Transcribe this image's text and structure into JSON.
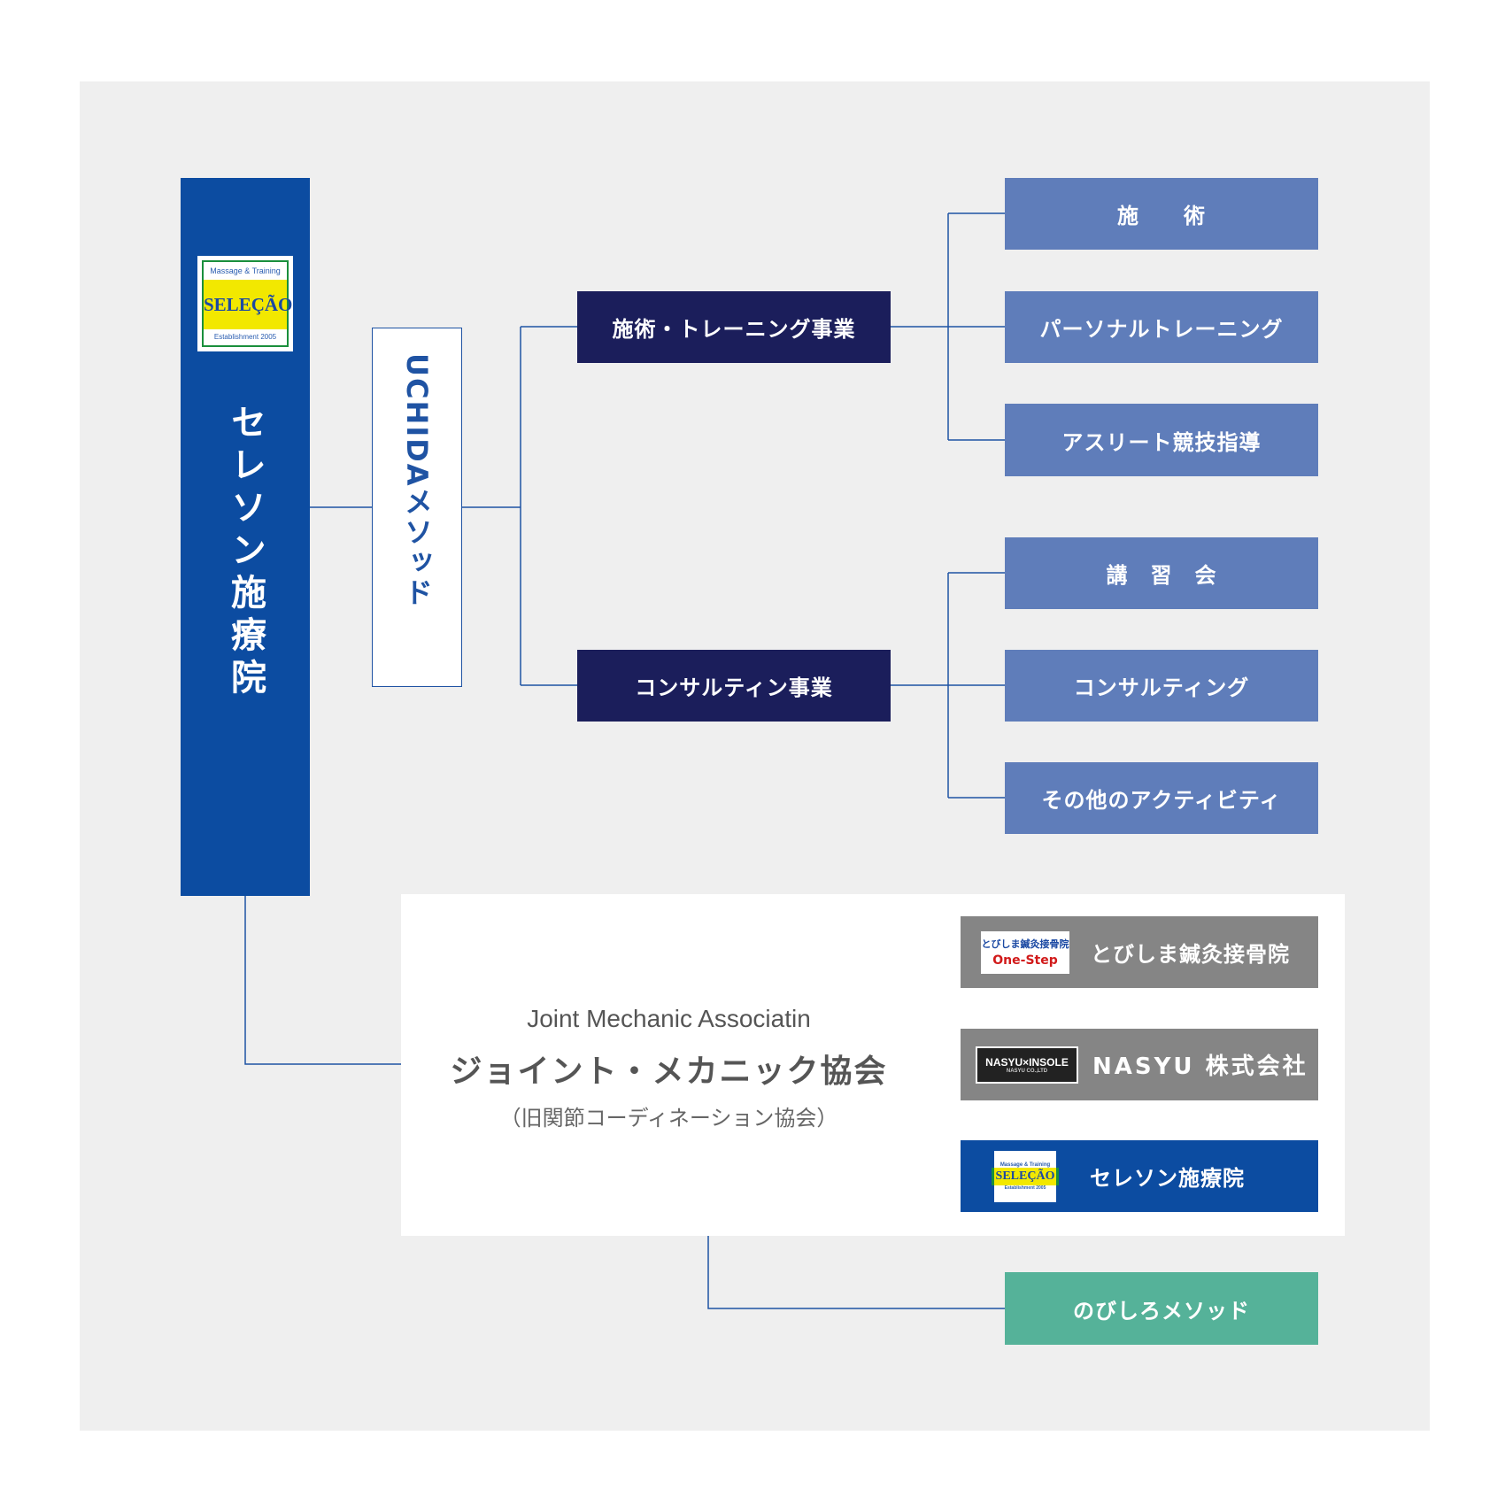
{
  "colors": {
    "background": "#efefef",
    "main_column": "#0c4ca1",
    "business_box": "#1b1e5b",
    "service_box": "#5f7dba",
    "partner_box": "#858585",
    "nobishiro_box": "#55b299",
    "line": "#1f53a3"
  },
  "main": {
    "title": "セレソン施療院",
    "logo": {
      "top": "Massage & Training",
      "name": "SELEÇÃO",
      "bottom": "Establishment 2005"
    }
  },
  "method": {
    "label": "UCHIDAメソッド"
  },
  "businesses": [
    {
      "label": "施術・トレーニング事業",
      "services": [
        "施　　術",
        "パーソナルトレーニング",
        "アスリート競技指導"
      ]
    },
    {
      "label": "コンサルティン事業",
      "services": [
        "講　習　会",
        "コンサルティング",
        "その他のアクティビティ"
      ]
    }
  ],
  "association": {
    "name_en": "Joint Mechanic Associatin",
    "name_jp": "ジョイント・メカニック協会",
    "former_name": "（旧関節コーディネーション協会）",
    "members": [
      {
        "label": "とびしま鍼灸接骨院",
        "logo_top": "とびしま鍼灸接骨院",
        "logo_bottom": "One-Step"
      },
      {
        "label": "NASYU 株式会社",
        "logo_top": "NASYU×INSOLE",
        "logo_bottom": "NASYU CO.,LTD"
      },
      {
        "label": "セレソン施療院",
        "logo_top": "Massage & Training",
        "logo_name": "SELEÇÃO",
        "logo_bottom": "Establishment 2005"
      }
    ]
  },
  "nobishiro": {
    "label": "のびしろメソッド"
  }
}
